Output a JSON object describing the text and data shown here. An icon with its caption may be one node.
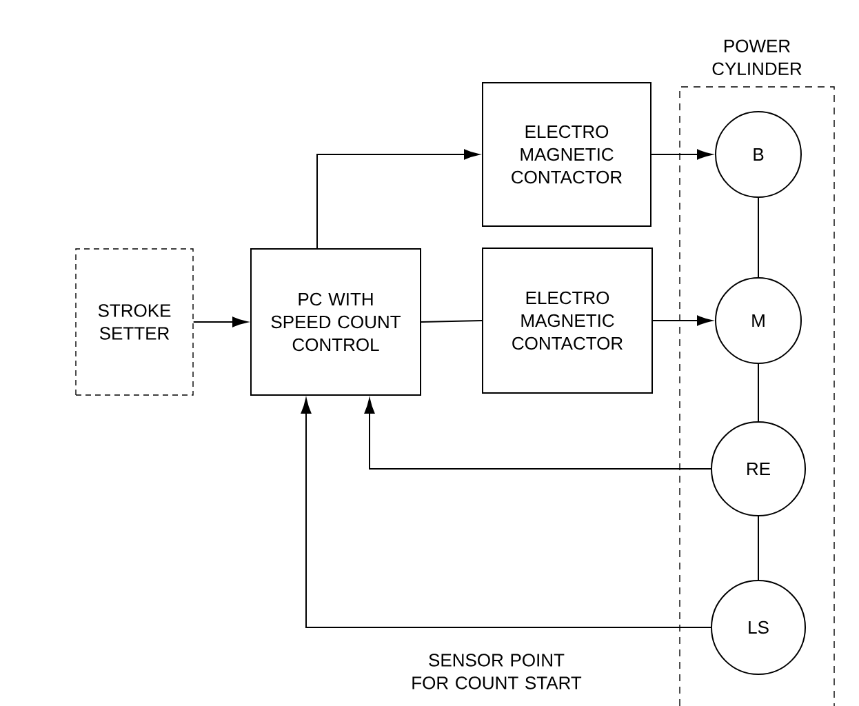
{
  "diagram": {
    "nodes": [
      {
        "text": [
          "STROKE SETTER"
        ]
      },
      {
        "text": [
          "PC WITH SPEED COUNT CONTROL"
        ]
      },
      {
        "text": [
          "ELECTRO MAGNETIC CONTACTOR"
        ]
      },
      {
        "text": [
          "ELECTRO MAGNETIC CONTACTOR"
        ]
      },
      {
        "text": [
          "POWER CYLINDER"
        ]
      },
      {
        "text": [
          "B"
        ],
        "in": 4
      },
      {
        "text": [
          "M"
        ],
        "in": 4
      },
      {
        "text": [
          "RE"
        ],
        "in": 4
      },
      {
        "text": [
          "LS"
        ],
        "in": 4
      }
    ],
    "edges": [
      {
        "from": 0,
        "to": 1,
        "arrow": "to"
      },
      {
        "from": 1,
        "to": 2,
        "arrow": "to"
      },
      {
        "from": 1,
        "to": 3,
        "arrow": "none"
      },
      {
        "from": 2,
        "to": 5,
        "arrow": "to"
      },
      {
        "from": 3,
        "to": 6,
        "arrow": "to"
      },
      {
        "from": 5,
        "to": 6,
        "arrow": "none"
      },
      {
        "from": 6,
        "to": 7,
        "arrow": "none"
      },
      {
        "from": 7,
        "to": 8,
        "arrow": "none"
      },
      {
        "from": 7,
        "to": 1,
        "arrow": "to"
      },
      {
        "from": 8,
        "to": 1,
        "arrow": "to"
      }
    ],
    "labels": [
      "SENSOR POINT FOR COUNT START"
    ]
  }
}
